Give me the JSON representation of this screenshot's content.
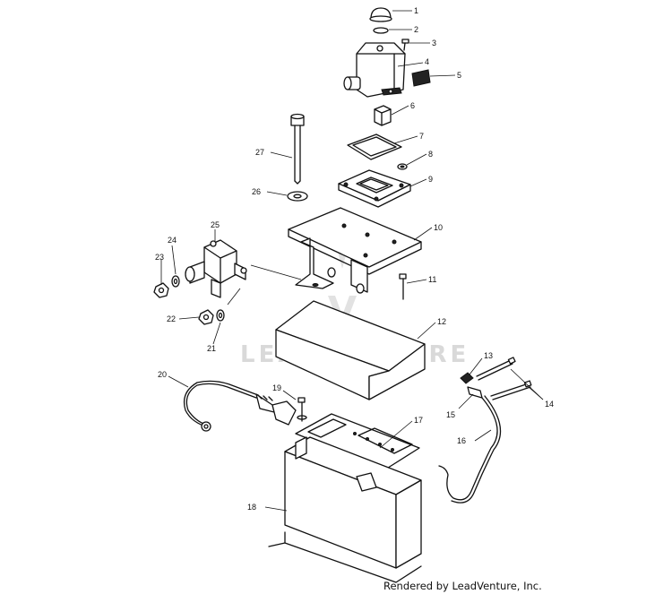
{
  "watermark": {
    "text": "LEADVENTURE"
  },
  "footer": {
    "credit": "Rendered by LeadVenture, Inc."
  },
  "callouts": [
    {
      "id": "1",
      "label": "1"
    },
    {
      "id": "2",
      "label": "2"
    },
    {
      "id": "3",
      "label": "3"
    },
    {
      "id": "4",
      "label": "4"
    },
    {
      "id": "5",
      "label": "5"
    },
    {
      "id": "6",
      "label": "6"
    },
    {
      "id": "7",
      "label": "7"
    },
    {
      "id": "8",
      "label": "8"
    },
    {
      "id": "9",
      "label": "9"
    },
    {
      "id": "10",
      "label": "10"
    },
    {
      "id": "11",
      "label": "11"
    },
    {
      "id": "12",
      "label": "12"
    },
    {
      "id": "13",
      "label": "13"
    },
    {
      "id": "14",
      "label": "14"
    },
    {
      "id": "15",
      "label": "15"
    },
    {
      "id": "16",
      "label": "16"
    },
    {
      "id": "17",
      "label": "17"
    },
    {
      "id": "18",
      "label": "18"
    },
    {
      "id": "19",
      "label": "19"
    },
    {
      "id": "20",
      "label": "20"
    },
    {
      "id": "21",
      "label": "21"
    },
    {
      "id": "22",
      "label": "22"
    },
    {
      "id": "23",
      "label": "23"
    },
    {
      "id": "24",
      "label": "24"
    },
    {
      "id": "25",
      "label": "25"
    },
    {
      "id": "26",
      "label": "26"
    },
    {
      "id": "27",
      "label": "27"
    }
  ]
}
